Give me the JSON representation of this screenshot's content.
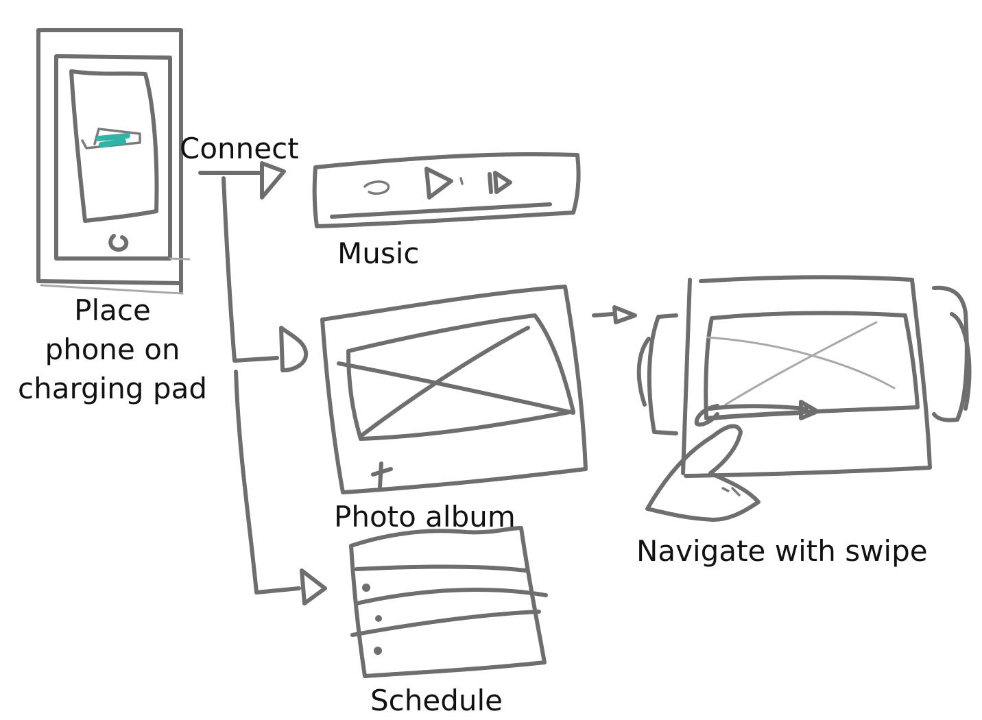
{
  "steps": {
    "place": {
      "line1": "Place",
      "line2": "phone on",
      "line3": "charging pad"
    },
    "connect": "Connect",
    "music": "Music",
    "photo_album": "Photo album",
    "schedule": "Schedule",
    "navigate": "Navigate with swipe"
  },
  "colors": {
    "ink": "#6e6e6e",
    "accent": "#2fb5a6",
    "text": "#111111"
  }
}
